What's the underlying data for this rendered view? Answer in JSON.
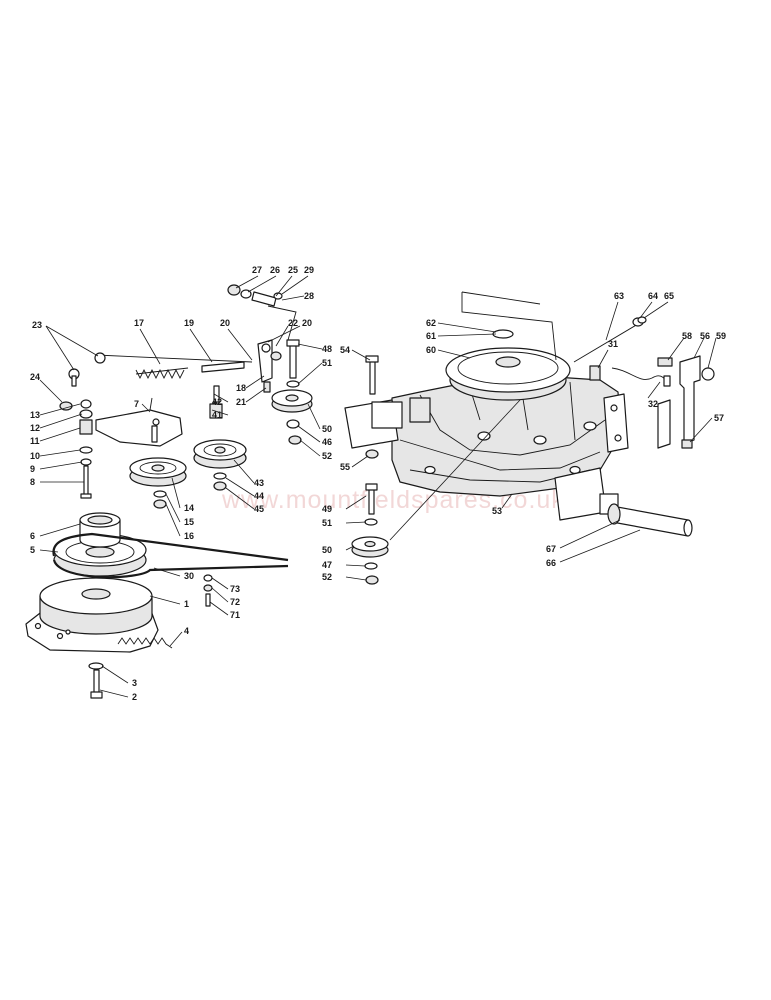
{
  "watermark": "www.mountfieldspares.co.uk",
  "callouts": [
    "1",
    "2",
    "3",
    "4",
    "5",
    "6",
    "7",
    "8",
    "9",
    "10",
    "11",
    "12",
    "13",
    "14",
    "15",
    "16",
    "17",
    "18",
    "19",
    "20",
    "20",
    "21",
    "22",
    "23",
    "24",
    "25",
    "26",
    "27",
    "28",
    "29",
    "30",
    "31",
    "32",
    "41",
    "42",
    "43",
    "44",
    "45",
    "46",
    "47",
    "47",
    "48",
    "49",
    "50",
    "50",
    "51",
    "51",
    "52",
    "52",
    "53",
    "54",
    "55",
    "56",
    "57",
    "58",
    "59",
    "60",
    "61",
    "62",
    "63",
    "64",
    "65",
    "66",
    "67",
    "71",
    "72",
    "73"
  ]
}
